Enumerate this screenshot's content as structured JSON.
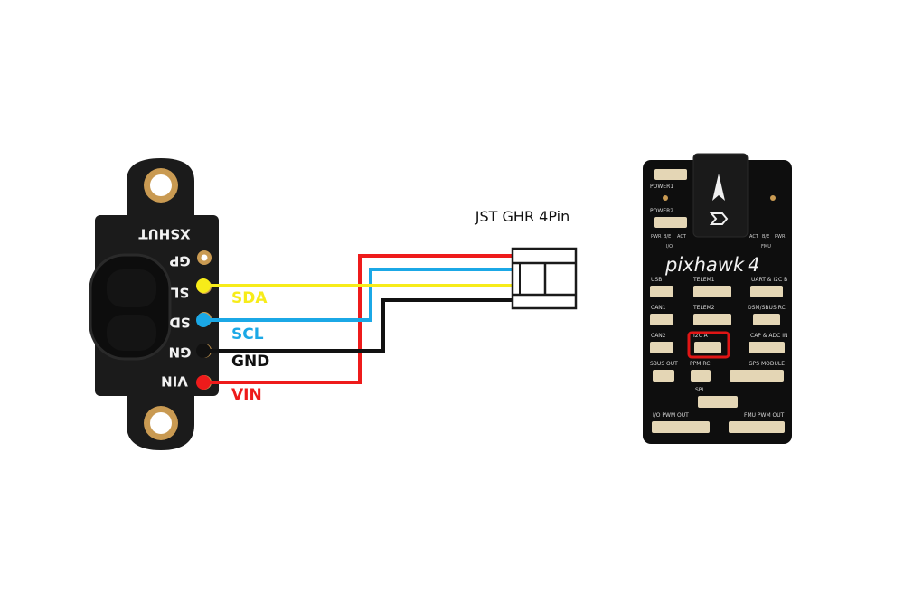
{
  "sensor": {
    "pin_labels": [
      "XSHUT",
      "GP",
      "SL",
      "SD",
      "GN",
      "VIN"
    ]
  },
  "wires": [
    {
      "label": "SDA",
      "color": "#f7ec19"
    },
    {
      "label": "SCL",
      "color": "#1ba8e6"
    },
    {
      "label": "GND",
      "color": "#111111"
    },
    {
      "label": "VIN",
      "color": "#ee1b1b"
    }
  ],
  "connector": {
    "label": "JST GHR 4Pin"
  },
  "controller": {
    "brand": "pixhawk",
    "brand_suffix": "4",
    "power_labels": [
      "POWER1",
      "POWER2"
    ],
    "led_left": [
      "PWR",
      "B/E",
      "ACT"
    ],
    "led_left_group": "I/O",
    "led_right": [
      "ACT",
      "B/E",
      "PWR"
    ],
    "led_right_group": "FMU",
    "ports": {
      "usb": "USB",
      "telem1": "TELEM1",
      "uart_i2c_b": "UART & I2C B",
      "can1": "CAN1",
      "telem2": "TELEM2",
      "dsm_sbus_rc": "DSM/SBUS RC",
      "can2": "CAN2",
      "i2c_a": "I2C A",
      "cap_adc_in": "CAP & ADC IN",
      "sbus_out": "SBUS OUT",
      "ppm_rc": "PPM RC",
      "gps_module": "GPS MODULE",
      "spi": "SPI",
      "io_pwm_out": "I/O PWM OUT",
      "fmu_pwm_out": "FMU PWM OUT"
    },
    "highlight_color": "#e01515"
  }
}
